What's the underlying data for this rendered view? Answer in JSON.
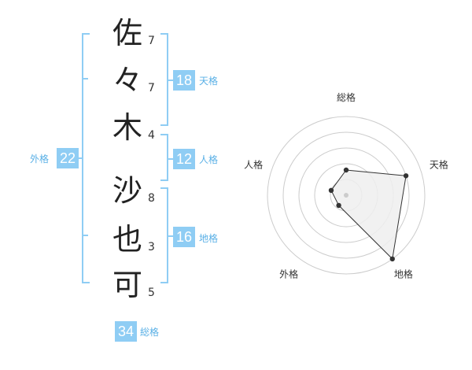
{
  "name": {
    "chars": [
      {
        "char": "佐",
        "strokes": "7"
      },
      {
        "char": "々",
        "strokes": "7"
      },
      {
        "char": "木",
        "strokes": "4"
      },
      {
        "char": "沙",
        "strokes": "8"
      },
      {
        "char": "也",
        "strokes": "3"
      },
      {
        "char": "可",
        "strokes": "5"
      }
    ]
  },
  "fortune": {
    "tenkaku": {
      "value": "18",
      "label": "天格"
    },
    "jinkaku": {
      "value": "12",
      "label": "人格"
    },
    "chikaku": {
      "value": "16",
      "label": "地格"
    },
    "gaikaku": {
      "value": "22",
      "label": "外格"
    },
    "soukaku": {
      "value": "34",
      "label": "総格"
    }
  },
  "chart_data": {
    "type": "radar",
    "axes": [
      "総格",
      "天格",
      "地格",
      "外格",
      "人格"
    ],
    "values": [
      1.6,
      4,
      5,
      0.8,
      1
    ],
    "rmax": 5,
    "rings": 5,
    "colors": {
      "fill": "#eeeeee",
      "line": "#333333",
      "grid": "#cccccc"
    }
  }
}
